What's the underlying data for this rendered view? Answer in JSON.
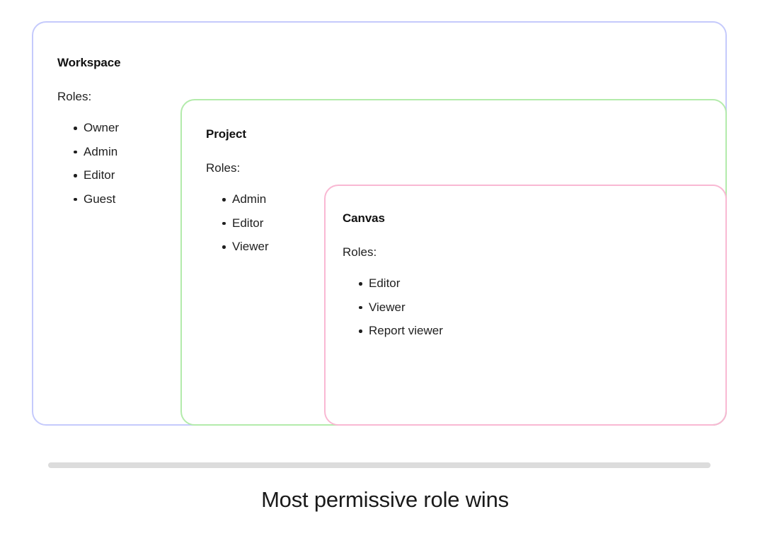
{
  "diagram": {
    "type": "nested-scope-hierarchy",
    "caption": "Most permissive role wins",
    "roles_label": "Roles:",
    "scopes": [
      {
        "key": "workspace",
        "title": "Workspace",
        "border_color": "#c5cafc",
        "roles_label": "Roles:",
        "roles": [
          "Owner",
          "Admin",
          "Editor",
          "Guest"
        ]
      },
      {
        "key": "project",
        "title": "Project",
        "border_color": "#b3ebab",
        "roles_label": "Roles:",
        "roles": [
          "Admin",
          "Editor",
          "Viewer"
        ]
      },
      {
        "key": "canvas",
        "title": "Canvas",
        "border_color": "#f9b8d3",
        "roles_label": "Roles:",
        "roles": [
          "Editor",
          "Viewer",
          "Report viewer"
        ]
      }
    ]
  },
  "divider": {
    "color": "#dcdcdc"
  }
}
